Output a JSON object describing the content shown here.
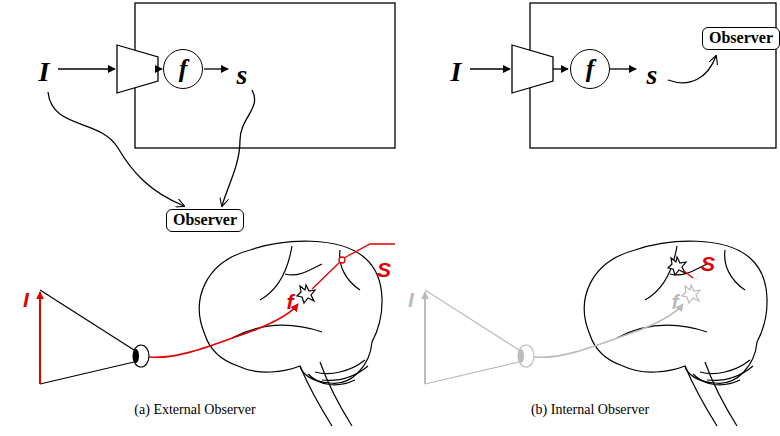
{
  "diagram": {
    "nodes": [
      {
        "text": [
          "f"
        ]
      },
      {
        "text": [
          "Observer"
        ]
      },
      {
        "text": [
          "f"
        ]
      },
      {
        "text": [
          "Observer"
        ]
      }
    ],
    "labels": [
      "I",
      "s",
      "I",
      "f",
      "S",
      "I",
      "s",
      "I",
      "f",
      "S",
      "(a) External Observer",
      "(b) Internal Observer"
    ]
  }
}
